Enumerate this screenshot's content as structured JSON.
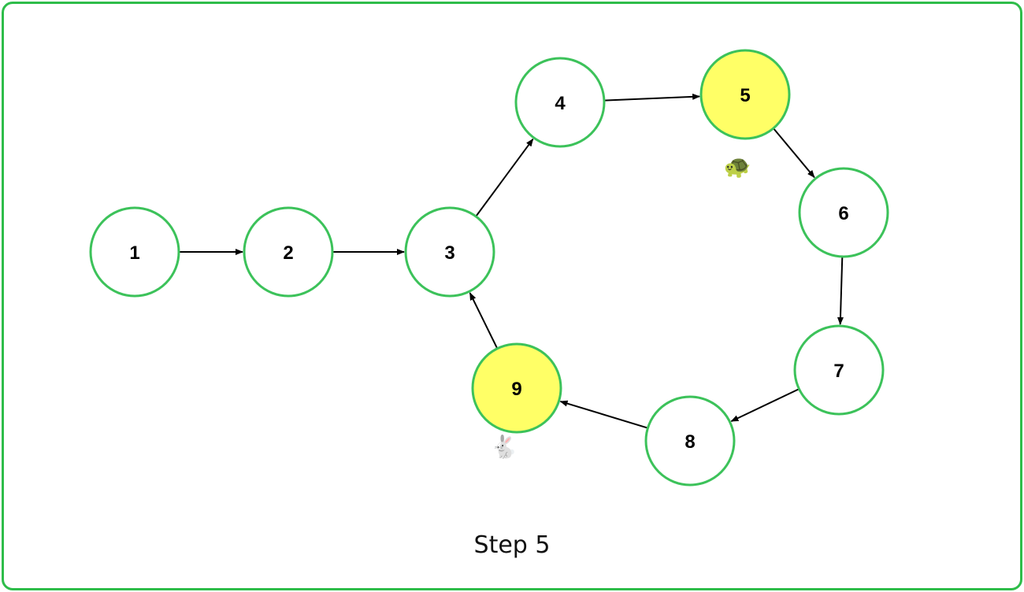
{
  "nodes": [
    {
      "id": "n1",
      "label": "1",
      "highlight": false
    },
    {
      "id": "n2",
      "label": "2",
      "highlight": false
    },
    {
      "id": "n3",
      "label": "3",
      "highlight": false
    },
    {
      "id": "n4",
      "label": "4",
      "highlight": false
    },
    {
      "id": "n5",
      "label": "5",
      "highlight": true
    },
    {
      "id": "n6",
      "label": "6",
      "highlight": false
    },
    {
      "id": "n7",
      "label": "7",
      "highlight": false
    },
    {
      "id": "n8",
      "label": "8",
      "highlight": false
    },
    {
      "id": "n9",
      "label": "9",
      "highlight": true
    }
  ],
  "edges": [
    {
      "from": "n1",
      "to": "n2"
    },
    {
      "from": "n2",
      "to": "n3"
    },
    {
      "from": "n3",
      "to": "n4"
    },
    {
      "from": "n4",
      "to": "n5"
    },
    {
      "from": "n5",
      "to": "n6"
    },
    {
      "from": "n6",
      "to": "n7"
    },
    {
      "from": "n7",
      "to": "n8"
    },
    {
      "from": "n8",
      "to": "n9"
    },
    {
      "from": "n9",
      "to": "n3"
    }
  ],
  "markers": {
    "tortoise": {
      "node": "n5",
      "icon": "tortoise-icon",
      "glyph": "🐢"
    },
    "hare": {
      "node": "n9",
      "icon": "rabbit-icon",
      "glyph": "🐇"
    }
  },
  "caption": "Step 5",
  "colors": {
    "border": "#2ebd4a",
    "node_stroke": "#3cc25a",
    "node_fill": "#ffffff",
    "highlight_fill": "#ffff66",
    "edge": "#000000"
  }
}
